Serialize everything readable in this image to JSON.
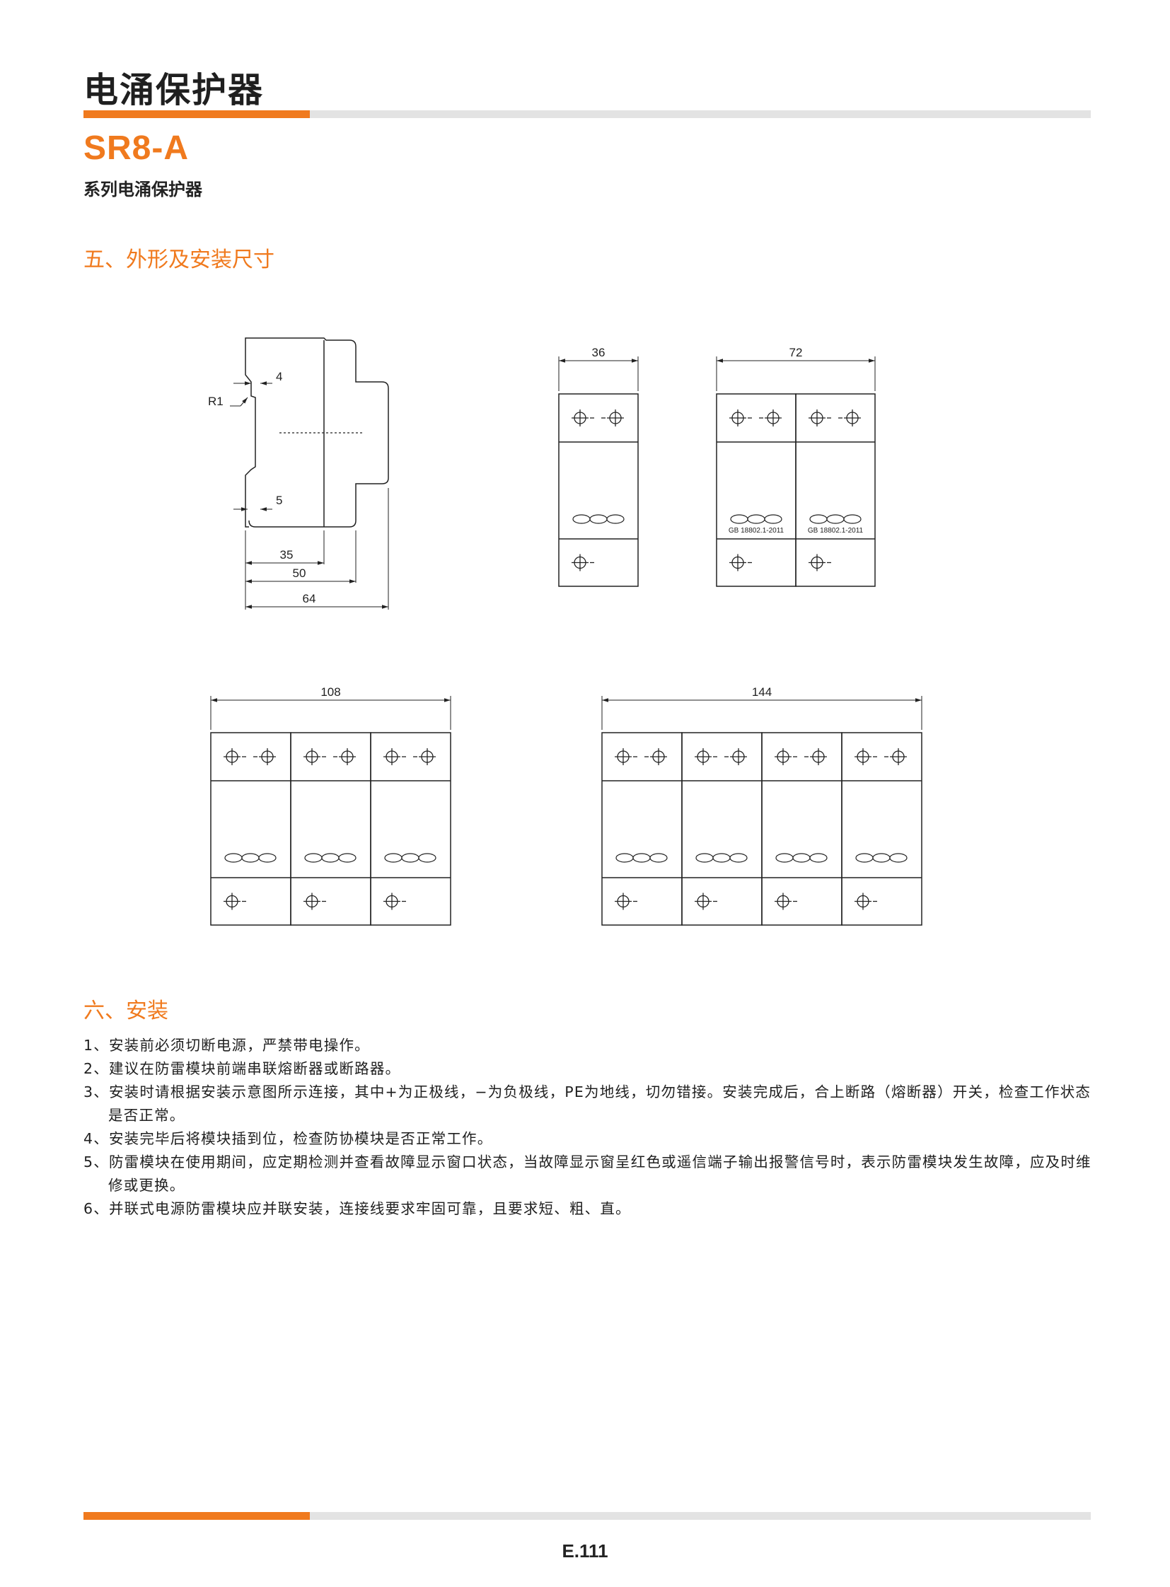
{
  "header": {
    "title": "电涌保护器",
    "model": "SR8-A",
    "subtitle": "系列电涌保护器"
  },
  "sections": {
    "dimensions_title": "五、外形及安装尺寸",
    "install_title": "六、安装"
  },
  "drawing": {
    "side_view": {
      "labels": {
        "r1": "R1",
        "dim_4": "4",
        "dim_5": "5",
        "dim_35": "35",
        "dim_50": "50",
        "dim_64": "64"
      }
    },
    "modules": [
      {
        "width_label": "36",
        "poles": 1,
        "standard_label": ""
      },
      {
        "width_label": "72",
        "poles": 2,
        "standard_label": "GB 18802.1-2011"
      },
      {
        "width_label": "108",
        "poles": 3,
        "standard_label": ""
      },
      {
        "width_label": "144",
        "poles": 4,
        "standard_label": ""
      }
    ]
  },
  "install_steps": [
    "1、安装前必须切断电源，严禁带电操作。",
    "2、建议在防雷模块前端串联熔断器或断路器。",
    "3、安装时请根据安装示意图所示连接，其中+为正极线，−为负极线，PE为地线，切勿错接。安装完成后，合上断路（熔断器）开关，检查工作状态是否正常。",
    "4、安装完毕后将模块插到位，检查防协模块是否正常工作。",
    "5、防雷模块在使用期间，应定期检测并查看故障显示窗口状态，当故障显示窗呈红色或遥信端子输出报警信号时，表示防雷模块发生故障，应及时维修或更换。",
    "6、并联式电源防雷模块应并联安装，连接线要求牢固可靠，且要求短、粗、直。"
  ],
  "footer": {
    "page_number": "E.111"
  }
}
